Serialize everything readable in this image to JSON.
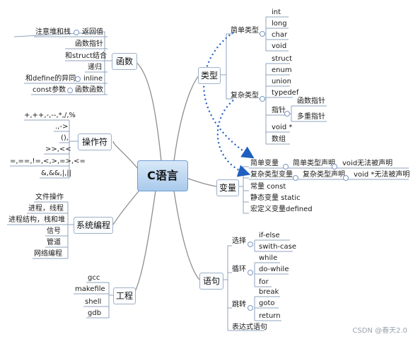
{
  "center": "C语言",
  "topics": {
    "functions": "函数",
    "operators": "操作符",
    "sysprog": "系统编程",
    "engineering": "工程",
    "types": "类型",
    "variables": "变量",
    "statements": "语句"
  },
  "functions_items": {
    "notice": "注意堆和栈",
    "retval": "返回值",
    "fnptr": "函数指针",
    "struct_combo": "和struct结合",
    "recursion": "递归",
    "define_diff": "和define的异同",
    "inline": "inline",
    "const_param": "const参数",
    "fn_function": "函数函数"
  },
  "operators_items": [
    "+,++,-,--,*,/,%",
    ".,->",
    "(),",
    ">>,<<",
    "=,==,!=,<,>,=>,<=",
    "&,&&,|,||"
  ],
  "sysprog_items": [
    "文件操作",
    "进程，线程",
    "进程结构，栈和堆",
    "信号",
    "管道",
    "网络编程"
  ],
  "engineering_items": [
    "gcc",
    "makefile",
    "shell",
    "gdb"
  ],
  "types_items": {
    "simple": "简单类型",
    "simple_list": [
      "int",
      "long",
      "char",
      "void"
    ],
    "complex": "复杂类型",
    "complex_list": [
      "struct",
      "enum",
      "union",
      "typedef"
    ],
    "pointer": "指针",
    "pointer_list": [
      "函数指针",
      "多重指针"
    ],
    "voidptr": "void *",
    "array": "数组"
  },
  "variables_items": {
    "simple_var": "简单变量",
    "simple_decl": "简单类型声明",
    "void_no_decl": "void无法被声明",
    "complex_var": "复杂类型变量",
    "complex_decl": "复杂类型声明",
    "voidptr_decl": "void *无法被声明",
    "const_var": "常量 const",
    "static_var": "静态变量 static",
    "macro_var": "宏定义变量defined"
  },
  "statements_items": {
    "select": "选择",
    "select_list": [
      "if-else",
      "swith-case"
    ],
    "loop": "循环",
    "loop_list": [
      "while",
      "do-while",
      "for"
    ],
    "jump": "跳转",
    "jump_list": [
      "break",
      "goto",
      "return"
    ],
    "expr": "表达式语句"
  },
  "watermark": "CSDN @春天2.0",
  "colors": {
    "branch": "#8e8e8e",
    "node_line": "#8fa3bd",
    "dotted_arrow": "#1f5fbf",
    "center_fill": "#bcd6f2"
  }
}
